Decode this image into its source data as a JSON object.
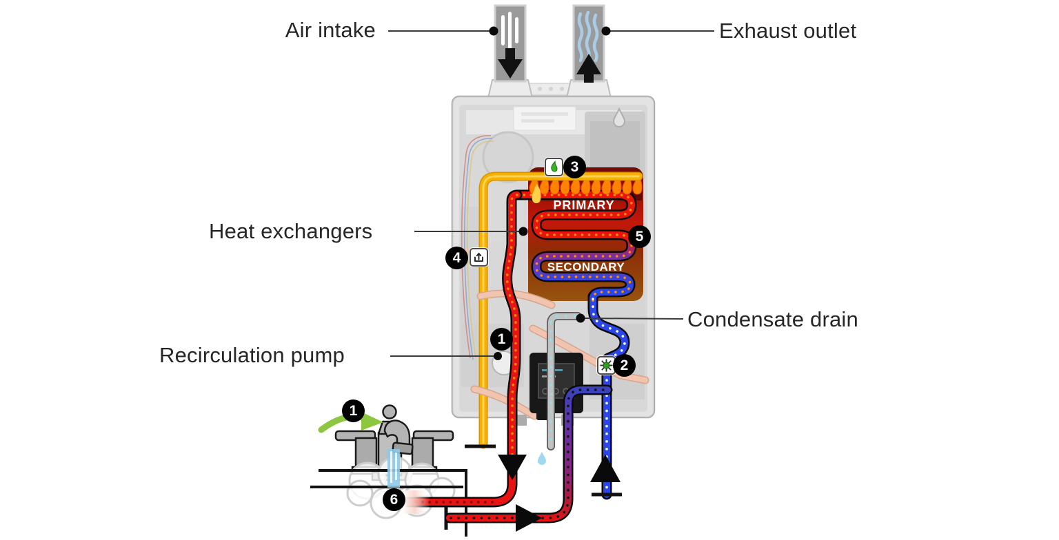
{
  "labels": {
    "air_intake": "Air intake",
    "exhaust_outlet": "Exhaust outlet",
    "heat_exchangers": "Heat exchangers",
    "condensate_drain": "Condensate drain",
    "recirculation_pump": "Recirculation pump"
  },
  "coil_labels": {
    "primary": "PRIMARY",
    "secondary": "SECONDARY"
  },
  "callouts": [
    {
      "n": "1"
    },
    {
      "n": "1"
    },
    {
      "n": "2"
    },
    {
      "n": "3"
    },
    {
      "n": "4"
    },
    {
      "n": "5"
    },
    {
      "n": "6"
    }
  ],
  "colors": {
    "hot_water": "#e81313",
    "cold_water": "#2b46e8",
    "recirculation_purple": "#7d2f97",
    "gas_line": "#f5b000",
    "flame_orange": "#ff8300",
    "flame_yellow": "#ffd24a",
    "tap_water": "#8ccbe8",
    "rotation_arrow_green": "#8dc63f",
    "exhaust_wave_blue": "#a9cde6",
    "callout_background": "#000000",
    "label_text": "#262626"
  }
}
